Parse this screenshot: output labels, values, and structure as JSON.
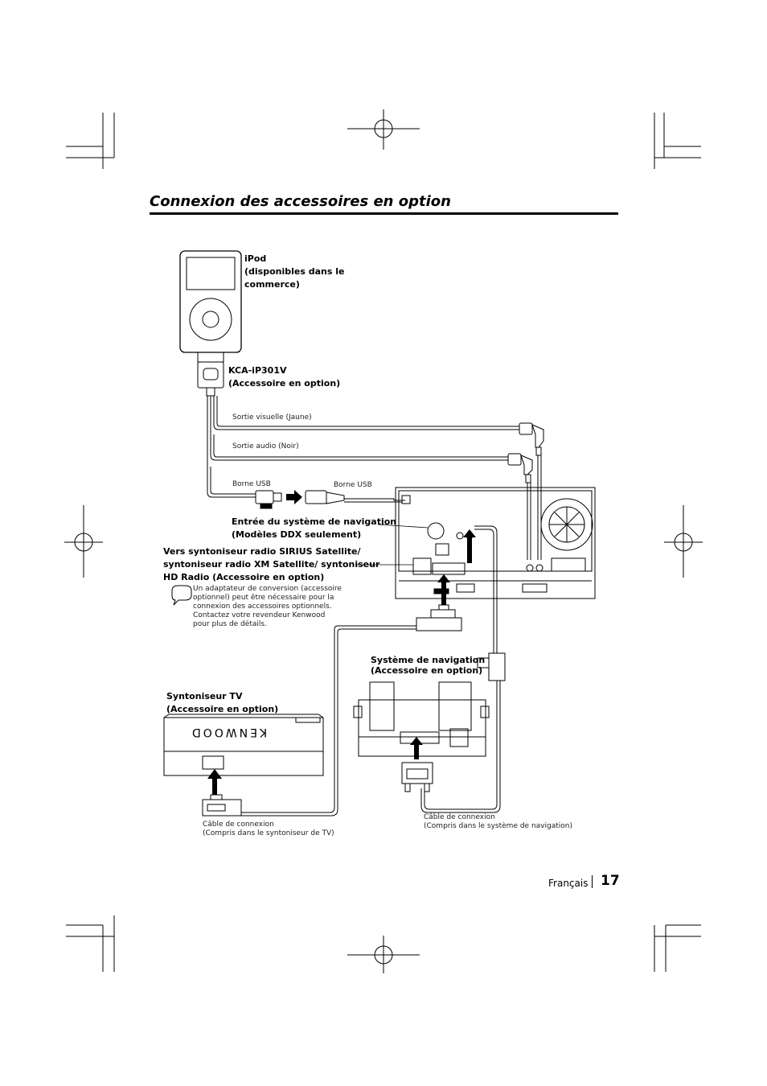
{
  "page": {
    "title": "Connexion des accessoires en option",
    "language": "Français",
    "page_number": "17"
  },
  "labels": {
    "ipod_1": "iPod",
    "ipod_2": "(disponibles dans le",
    "ipod_3": "commerce)",
    "kca_1": "KCA-iP301V",
    "kca_2": "(Accessoire en option)",
    "sortie_visuelle": "Sortie visuelle (Jaune)",
    "sortie_audio": "Sortie audio (Noir)",
    "borne_usb_1": "Borne USB",
    "borne_usb_2": "Borne USB",
    "nav_input_1": "Entrée du système de navigation",
    "nav_input_2": "(Modèles DDX seulement)",
    "tuner_1": "Vers syntoniseur radio SIRIUS Satellite/",
    "tuner_2": "syntoniseur radio XM Satellite/ syntoniseur",
    "tuner_3": "HD Radio (Accessoire en option)",
    "note_1": "Un adaptateur de conversion (accessoire",
    "note_2": "optionnel) peut être nécessaire pour la",
    "note_3": "connexion des accessoires optionnels.",
    "note_4": "Contactez votre revendeur Kenwood",
    "note_5": "pour plus de détails.",
    "navsys_1": "Système de navigation",
    "navsys_2": "(Accessoire en option)",
    "tv_1": "Syntoniseur TV",
    "tv_2": "(Accessoire en option)",
    "cable_tv_1": "Câble de connexion",
    "cable_tv_2": "(Compris dans le syntoniseur de TV)",
    "cable_nav_1": "Câble de connexion",
    "cable_nav_2": "(Compris dans le système de navigation)",
    "kenwood_logo": "KENWOOD"
  }
}
